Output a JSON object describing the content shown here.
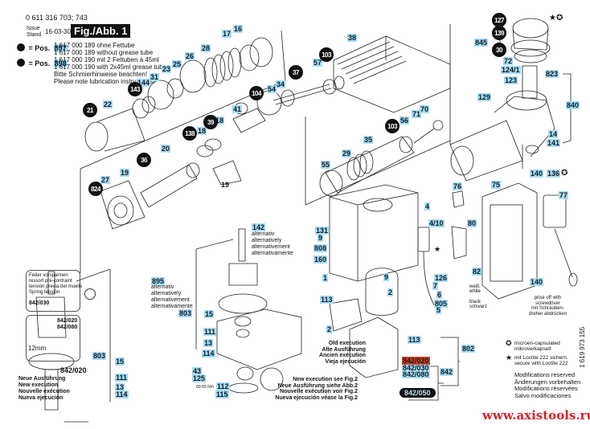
{
  "header": {
    "part_number": "0 611 316 703; 743",
    "issue_label_line1": "Issue",
    "issue_label_line2": "Stand",
    "issue_date": "16-03-30",
    "figure_label": "Fig./Abb. 1"
  },
  "grease_notes": {
    "pos1_prefix": "= Pos.",
    "pos1_number": "897",
    "pos1_line1": "1 617 000 189 ohne Fettube",
    "pos1_line2": "1 617 000 189 without grease tube",
    "pos2_prefix": "= Pos.",
    "pos2_number": "898",
    "pos2_line1": "1 617 000 190 mit 2 Fettuben à 45ml",
    "pos2_line2": "1 617 000 190 with 2x45ml grease tubes",
    "note_de": "Bitte Schmierhinweise beachten!",
    "note_en": "Please note lubrication instructions!"
  },
  "callouts_blue": {
    "c16": "16",
    "c17": "17",
    "c28": "28",
    "c26": "26",
    "c25": "25",
    "c23": "23",
    "c31": "31",
    "c144": "144",
    "c22": "22",
    "c38": "38",
    "c57": "57",
    "c54": "54",
    "c34": "34",
    "c41": "41",
    "c18a": "18",
    "c18b": "18",
    "c20": "20",
    "c19": "19",
    "c27": "27",
    "c56": "56",
    "c71": "71",
    "c70": "70",
    "c35": "35",
    "c29": "29",
    "c55": "55",
    "c845": "845",
    "c72": "72",
    "c124_1": "124/1",
    "c123": "123",
    "c823": "823",
    "c129": "129",
    "c840": "840",
    "c14": "14",
    "c141": "141",
    "c140a": "140",
    "c136": "136",
    "c77": "77",
    "c75": "75",
    "c76": "76",
    "c80": "80",
    "c82": "82",
    "c140b": "140",
    "c4": "4",
    "c4_10": "4/10",
    "c126": "126",
    "c7": "7",
    "c6": "6",
    "c805": "805",
    "c5": "5",
    "c131": "131",
    "c9a": "9",
    "c808": "808",
    "c160": "160",
    "c1": "1",
    "c9b": "9",
    "c113a": "113",
    "c2a": "2",
    "c2b": "2",
    "c113b": "113",
    "c142": "142",
    "c803a": "803",
    "c15a": "15",
    "c111a": "111",
    "c13a": "13",
    "c114a": "114",
    "c43": "43",
    "c125": "125",
    "c112": "112",
    "c115": "115",
    "c895": "895",
    "c803b": "803",
    "c15b": "15",
    "c111b": "111",
    "c13b": "13",
    "c114b": "114",
    "c842": "842",
    "c842_030": "842/030",
    "c842_080": "842/080",
    "c802": "802"
  },
  "callouts_black": {
    "b21": "21",
    "b143": "143",
    "b36": "36",
    "b824": "824",
    "b138": "138",
    "b39": "39",
    "b104": "104",
    "b37": "37",
    "b103a": "103",
    "b103b": "103",
    "b127": "127",
    "b139": "139",
    "b30": "30"
  },
  "callout_red": "842/020",
  "callout_pill": "842/050",
  "callout_plain": {
    "p19": "19"
  },
  "alternatives": {
    "line1": "alternativ",
    "line2": "alternatively",
    "line3": "alternativement",
    "line4": "alternativamente"
  },
  "spring_box": {
    "line1": "Feder vorspannen",
    "line2": "ressort pré-contraint",
    "line3": "tensión previa del muelle",
    "line4": "Spring tension",
    "ref": "842/030"
  },
  "screw_box": {
    "ref1": "842/020",
    "ref2": "842/080",
    "dimension": "12mm"
  },
  "new_exec_left": {
    "ref": "842/020",
    "line1": "Neue Ausführung",
    "line2": "New execution",
    "line3": "Nouvelle exécution",
    "line4": "Nueva ejecución"
  },
  "old_exec": {
    "line1": "Old execution",
    "line2": "Alte Ausführung",
    "line3": "Ancien exécution",
    "line4": "Vieja ejecución"
  },
  "new_exec_center": {
    "line1": "New execution see Fig.2",
    "line2": "Neue Ausführung siehe Abb.2",
    "line3": "Nouvelle exécution voir Fig.2",
    "line4": "Nueva ejecución véase la Fig.2"
  },
  "torque": "60-65 Nm",
  "wire_labels": {
    "white_de": "weiß",
    "white_en": "white",
    "black_en": "black",
    "black_de": "schwarz"
  },
  "prise_note": {
    "line1": "prise off with",
    "line2": "screwdriver",
    "line3": "mit Schrauben-",
    "line4": "dreher abdrücken"
  },
  "legend": {
    "micro_line1": "microen-capsulated",
    "micro_line2": "mikroverkapselt",
    "loctite_line1": "mit Loctite 222 sichern",
    "loctite_line2": "secure with Loctite 222"
  },
  "modifications": {
    "line1": "Modifications reserved",
    "line2": "Änderungen vorbehalten",
    "line3": "Modifications réservées",
    "line4": "Salvo modificaciones"
  },
  "doc_number": "1 619 973 155",
  "watermark": "www.axistools.ru",
  "colors": {
    "callout_blue": "#a9dcef",
    "callout_red": "#c9452b",
    "watermark_red": "#d0262c"
  }
}
